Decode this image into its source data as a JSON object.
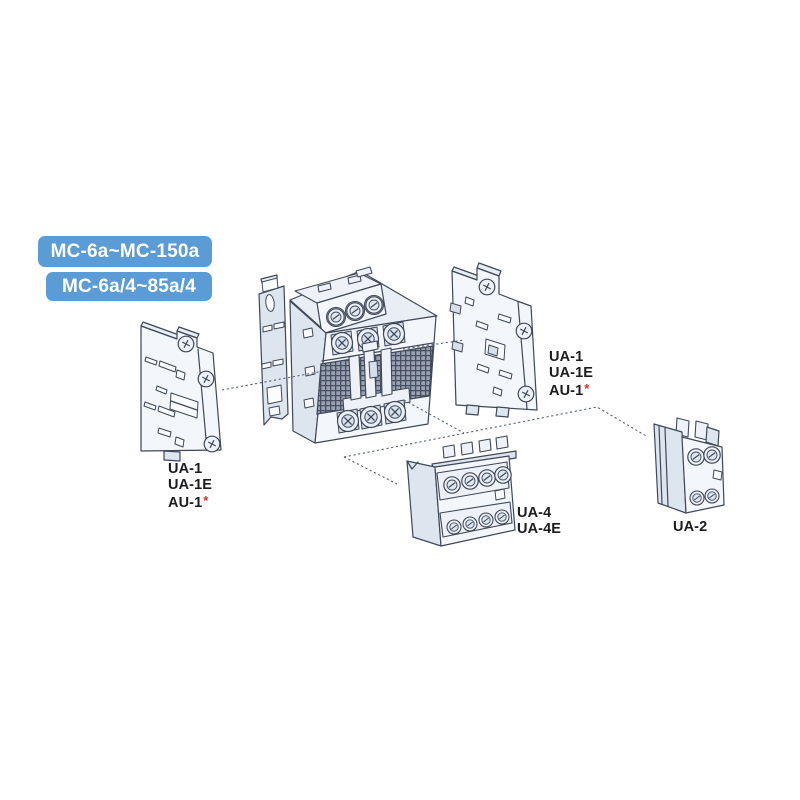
{
  "badges": [
    {
      "label": "MC-6a~MC-150a"
    },
    {
      "label": "MC-6a/4~85a/4"
    }
  ],
  "callouts": {
    "left": {
      "lines": [
        "UA-1",
        "UA-1E",
        "AU-1"
      ],
      "note_mark": "*"
    },
    "right": {
      "lines": [
        "UA-1",
        "UA-1E",
        "AU-1"
      ],
      "note_mark": "*"
    },
    "bottom": {
      "lines": [
        "UA-4",
        "UA-4E"
      ]
    },
    "bottom_right": {
      "lines": [
        "UA-2"
      ]
    }
  },
  "colors": {
    "badge_blue": "#5b9cd6",
    "note_mark_red": "#e0301e",
    "line_art": "#3f4858",
    "background": "#ffffff"
  }
}
